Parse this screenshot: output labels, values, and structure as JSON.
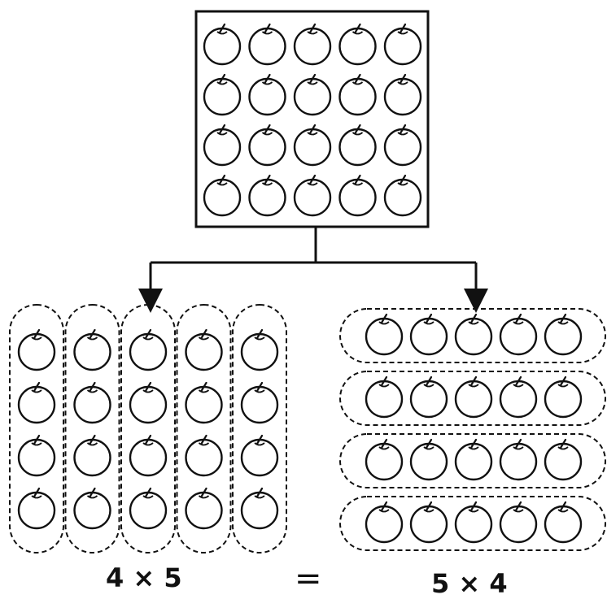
{
  "colors": {
    "ink": "#111111",
    "background": "#ffffff"
  },
  "icons": {
    "item": "apple-icon",
    "connector": "arrow-down-icon"
  },
  "groups": {
    "rows": 4,
    "columns": 5
  },
  "equation": {
    "left": "4 × 5",
    "operator": "=",
    "right": "5 × 4"
  }
}
